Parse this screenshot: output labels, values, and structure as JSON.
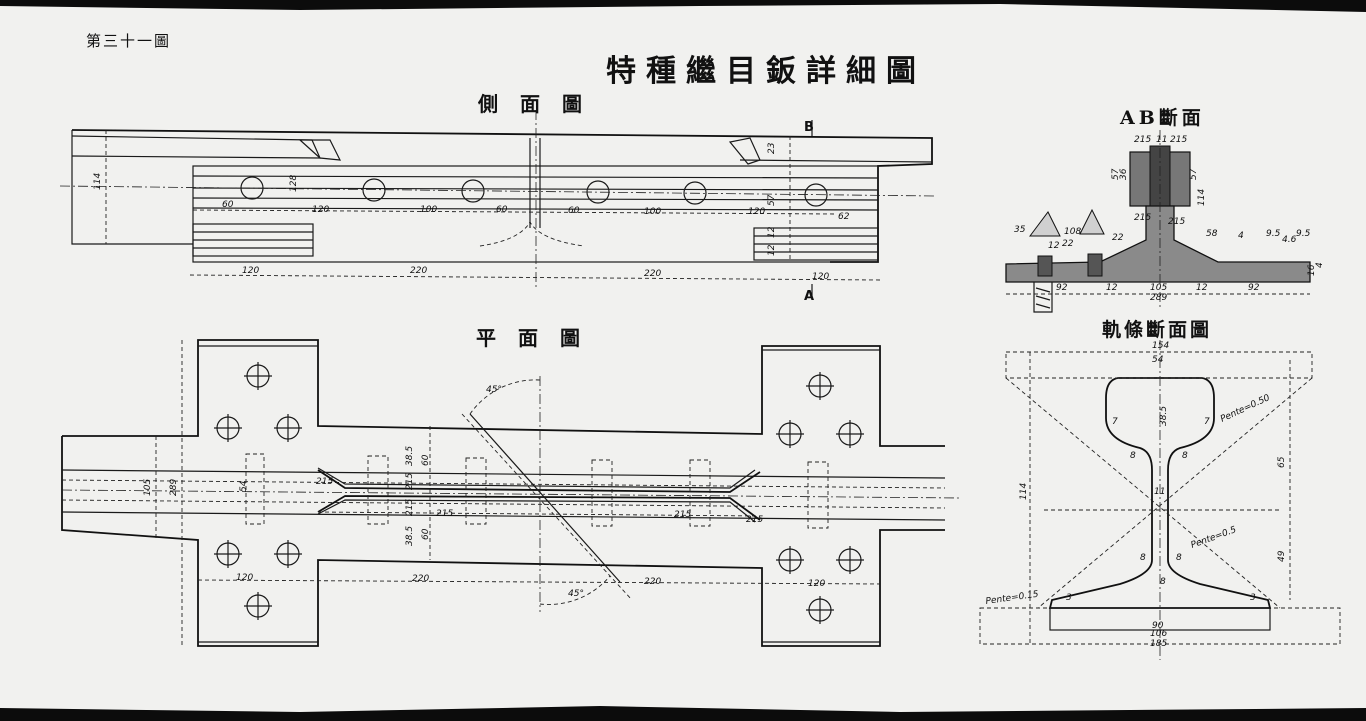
{
  "figure_number": "第三十一圖",
  "title": "特種繼目鈑詳細圖",
  "views": {
    "side": "側面圖",
    "plan": "平面圖",
    "ab_section": "AB斷面",
    "rail_section": "軌條斷面圖"
  },
  "section_markers": {
    "b": "B",
    "a": "A"
  },
  "side_dims": [
    "114",
    "60",
    "120",
    "100",
    "60",
    "60",
    "100",
    "120",
    "62",
    "128",
    "120",
    "220",
    "220",
    "120",
    "23",
    "57",
    "12",
    "12"
  ],
  "plan_dims": [
    "45°",
    "45°",
    "105",
    "289",
    "38.5",
    "60",
    "215",
    "215",
    "215",
    "215",
    "215",
    "215",
    "38.5",
    "60",
    "54",
    "120",
    "220",
    "220",
    "120"
  ],
  "ab_dims": [
    "215",
    "11",
    "215",
    "57",
    "36",
    "57",
    "114",
    "215",
    "215",
    "35",
    "108",
    "12",
    "22",
    "58",
    "22",
    "92",
    "12",
    "105",
    "12",
    "92",
    "289",
    "4",
    "9.5",
    "16",
    "9.5",
    "4.6",
    "4"
  ],
  "rail_dims": [
    "154",
    "54",
    "38.5",
    "65",
    "114",
    "49",
    "90",
    "106",
    "185",
    "Pente=0.50",
    "Pente=0.5",
    "Pente=0.15",
    "8",
    "8",
    "8",
    "8",
    "8",
    "7",
    "7",
    "11",
    "3",
    "3"
  ]
}
